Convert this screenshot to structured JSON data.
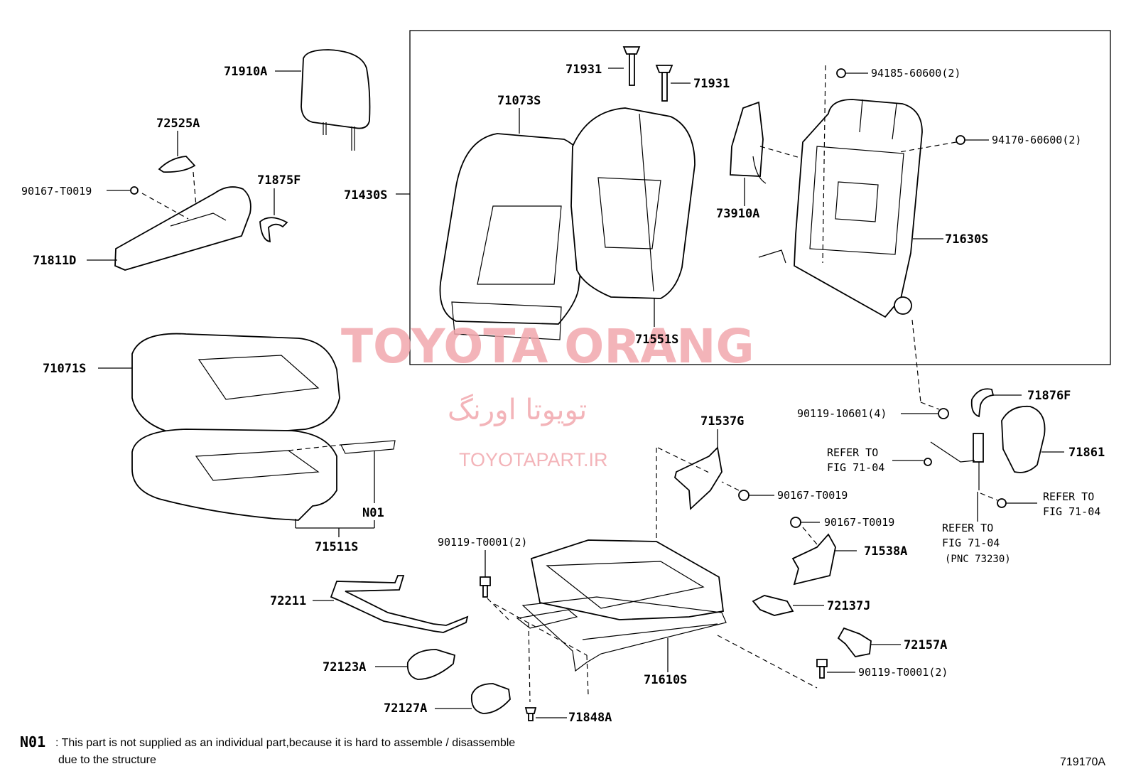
{
  "labels": {
    "p71910A": "71910A",
    "p72525A": "72525A",
    "p90167a": "90167-T0019",
    "p71875F": "71875F",
    "p71811D": "71811D",
    "p71430S": "71430S",
    "p71931a": "71931",
    "p71931b": "71931",
    "p71073S": "71073S",
    "p73910A": "73910A",
    "p94185": "94185-60600(2)",
    "p94170": "94170-60600(2)",
    "p71630S": "71630S",
    "p71551S": "71551S",
    "p71071S": "71071S",
    "pN01": "N01",
    "p71511S": "71511S",
    "p71537G": "71537G",
    "p90167b": "90167-T0019",
    "p90167c": "90167-T0019",
    "p71538A": "71538A",
    "p90119_10601": "90119-10601(4)",
    "p71876F": "71876F",
    "p71861": "71861",
    "refer1a": "REFER TO",
    "refer1b": "FIG 71-04",
    "refer2a": "REFER TO",
    "refer2b": "FIG 71-04",
    "pnc": "(PNC 73230)",
    "refer3a": "REFER TO",
    "refer3b": "FIG 71-04",
    "p90119_T0001a": "90119-T0001(2)",
    "p72211": "72211",
    "p72123A": "72123A",
    "p72127A": "72127A",
    "p71848A": "71848A",
    "p71610S": "71610S",
    "p72137J": "72137J",
    "p72157A": "72157A",
    "p90119_T0001b": "90119-T0001(2)"
  },
  "watermark": {
    "title": "TOYOTA ORANG",
    "persian": "تویوتا اورنگ",
    "site": "TOYOTAPART.IR"
  },
  "note": {
    "key": "N01",
    "line1": ": This part is not supplied as an individual part,because it is hard to assemble / disassemble",
    "line2": "due to the structure"
  },
  "figure_id": "719170A"
}
